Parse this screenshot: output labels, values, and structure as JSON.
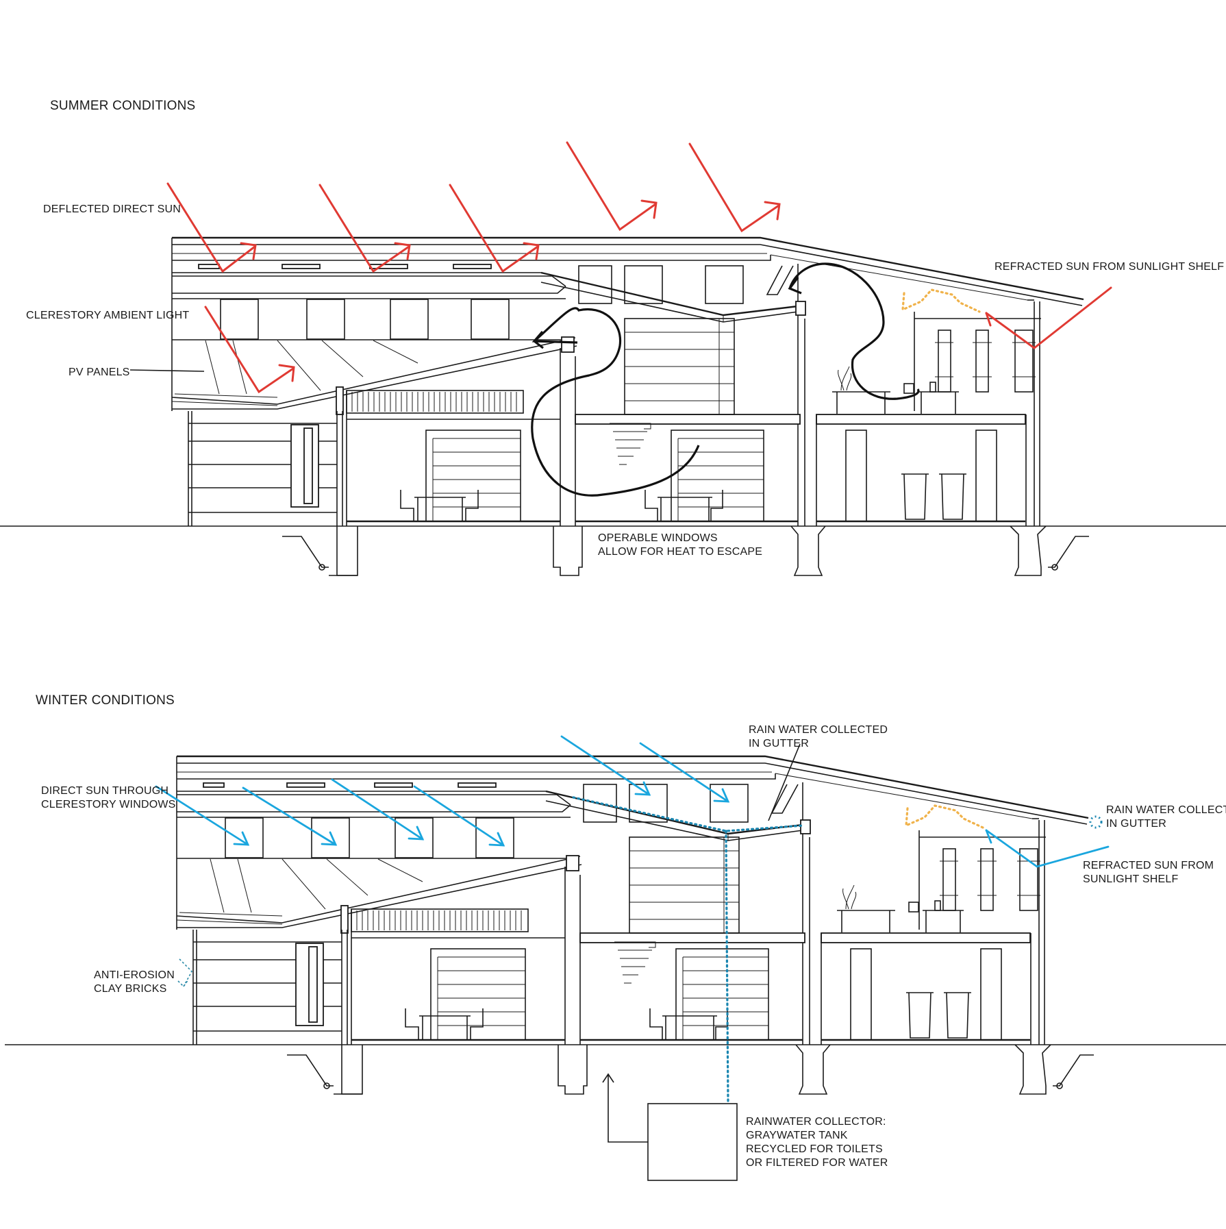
{
  "summer": {
    "title": "SUMMER CONDITIONS",
    "labels": {
      "deflected_direct_sun": "DEFLECTED DIRECT SUN",
      "clerestory_ambient_light": "CLERESTORY AMBIENT LIGHT",
      "pv_panels": "PV PANELS",
      "refracted_sun": "REFRACTED SUN FROM SUNLIGHT SHELF",
      "operable_windows_1": "OPERABLE WINDOWS",
      "operable_windows_2": "ALLOW FOR HEAT TO ESCAPE"
    }
  },
  "winter": {
    "title": "WINTER CONDITIONS",
    "labels": {
      "direct_sun_1": "DIRECT SUN THROUGH",
      "direct_sun_2": "CLERESTORY WINDOWS",
      "rain_gutter_top_1": "RAIN WATER COLLECTED",
      "rain_gutter_top_2": "IN GUTTER",
      "rain_gutter_right_1": "RAIN WATER COLLECTED",
      "rain_gutter_right_2": "IN GUTTER",
      "refracted_sun_1": "REFRACTED SUN FROM",
      "refracted_sun_2": "SUNLIGHT SHELF",
      "anti_erosion_1": "ANTI-EROSION",
      "anti_erosion_2": "CLAY BRICKS",
      "collector_1": "RAINWATER COLLECTOR:",
      "collector_2": "GRAYWATER TANK",
      "collector_3": "RECYCLED FOR TOILETS",
      "collector_4": "OR FILTERED FOR WATER"
    }
  },
  "colors": {
    "summer_sun": "#e03a33",
    "winter_sun": "#1aa6de",
    "airflow": "#111111",
    "sunlight_shelf_summer": "#f0b24a",
    "rainwater_path": "#1a86b0"
  }
}
